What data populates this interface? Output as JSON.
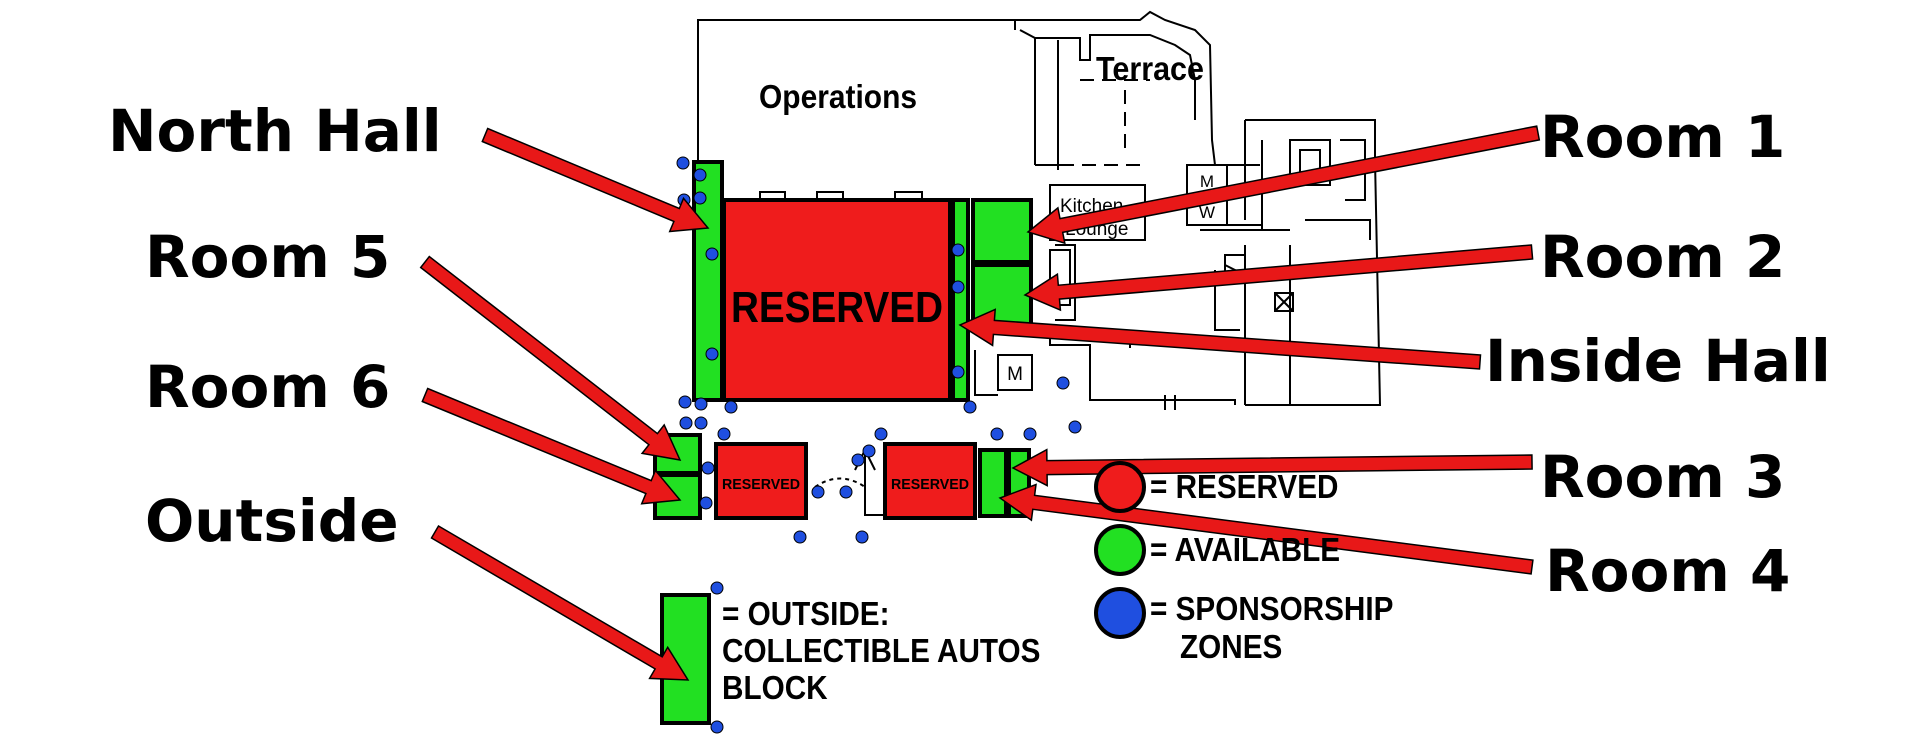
{
  "colors": {
    "reserved": "#ef1c1c",
    "available": "#22e022",
    "sponsorship": "#1f4fe0",
    "arrow": "#e81818",
    "outline": "#000000"
  },
  "plan_labels": {
    "operations": "Operations",
    "terrace": "Terrace",
    "kitchen": "Kitchen",
    "lounge": "Lounge",
    "m_top": "M",
    "w_top": "W",
    "m_bottom": "M"
  },
  "booths": {
    "main_reserved": "RESERVED",
    "small_reserved_left": "RESERVED",
    "small_reserved_right": "RESERVED"
  },
  "callouts": {
    "north_hall": "North Hall",
    "room_5": "Room 5",
    "room_6": "Room 6",
    "outside": "Outside",
    "room_1": "Room 1",
    "room_2": "Room 2",
    "inside_hall": "Inside Hall",
    "room_3": "Room 3",
    "room_4": "Room 4"
  },
  "legend": {
    "reserved": "= RESERVED",
    "available": "= AVAILABLE",
    "sponsorship_line1": "= SPONSORSHIP",
    "sponsorship_line2": "ZONES",
    "outside_line1": "= OUTSIDE:",
    "outside_line2": "COLLECTIBLE AUTOS",
    "outside_line3": "BLOCK"
  }
}
